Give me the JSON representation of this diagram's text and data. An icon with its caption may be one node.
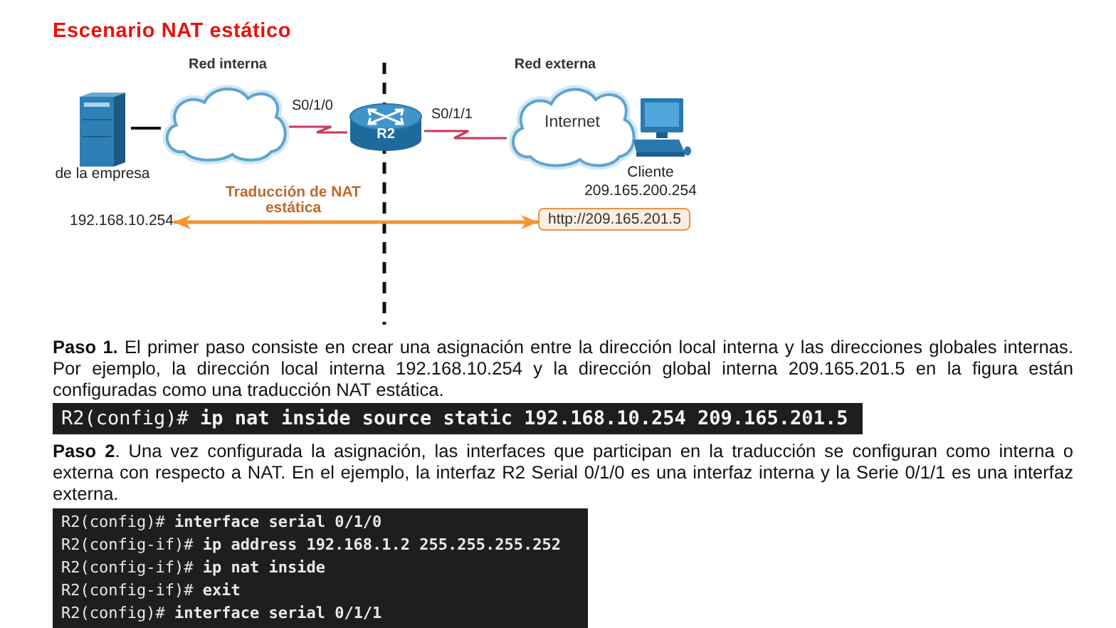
{
  "diagram": {
    "title": "Escenario NAT estático",
    "nodes": [
      {
        "text": [],
        "shape": "picture",
        "beside": [
          "de la empresa"
        ]
      },
      {
        "text": [],
        "shape": "cloud"
      },
      {
        "text": [
          "R2"
        ]
      },
      {
        "text": [
          "Internet"
        ]
      },
      {
        "text": [],
        "shape": "picture",
        "beside": [
          "Cliente",
          "209.165.200.254"
        ]
      },
      {
        "text": [
          "192.168.10.254"
        ]
      },
      {
        "text": [
          "http://209.165.201.5"
        ]
      }
    ],
    "edges": [
      {
        "from": 0,
        "to": 1,
        "arrow": "none",
        "color": "#111111"
      },
      {
        "from": 1,
        "to": 2,
        "arrow": "none",
        "label": "S0/1/0"
      },
      {
        "from": 2,
        "to": 3,
        "arrow": "none",
        "label": "S0/1/1"
      },
      {
        "from": 5,
        "to": 6,
        "arrow": "both",
        "label": "Traducción de NAT estática",
        "color": "#f39530"
      }
    ],
    "labels": [
      "Red interna",
      "Red externa",
      "**Paso 1.** El primer paso consiste en crear una asignación entre la dirección local interna y las direcciones globales internas. Por ejemplo, la dirección local interna 192.168.10.254 y la dirección global interna 209.165.201.5 en la figura están configuradas como una traducción NAT estática.",
      "R2(config)# **ip nat inside source static 192.168.10.254 209.165.201.5**",
      "**Paso 2**. Una vez configurada la asignación, las interfaces que participan en la traducción se configuran como interna o externa con respecto a NAT. En el ejemplo, la interfaz R2 Serial 0/1/0 es una interfaz interna y la Serie 0/1/1 es una interfaz externa.",
      "R2(config)# **interface serial 0/1/0**",
      "R2(config-if)# **ip address 192.168.1.2 255.255.255.252**",
      "R2(config-if)# **ip nat inside**",
      "R2(config-if)# **exit**",
      "R2(config)# **interface serial 0/1/1**"
    ]
  }
}
